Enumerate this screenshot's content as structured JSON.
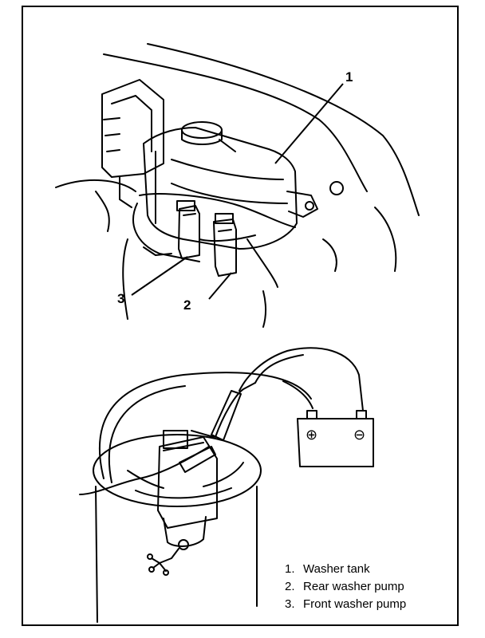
{
  "callouts": {
    "c1": "1",
    "c2": "2",
    "c3": "3"
  },
  "battery": {
    "positive_symbol": "⊕",
    "negative_symbol": "⊖"
  },
  "legend": [
    {
      "num": "1.",
      "label": "Washer tank"
    },
    {
      "num": "2.",
      "label": "Rear washer pump"
    },
    {
      "num": "3.",
      "label": "Front washer pump"
    }
  ]
}
